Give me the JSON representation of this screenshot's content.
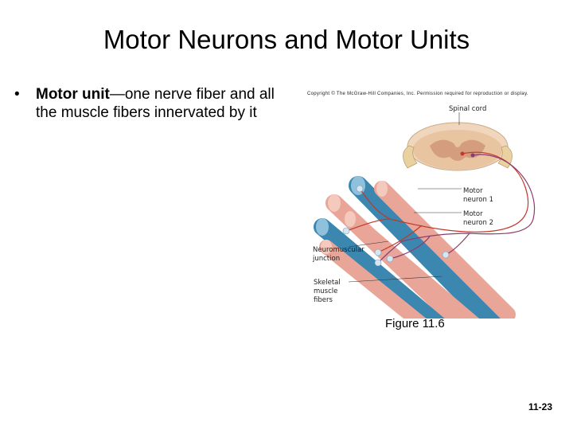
{
  "slide": {
    "title": "Motor Neurons and Motor Units",
    "bullet_marker": "•",
    "bullet_term": "Motor unit",
    "bullet_rest": "—one nerve fiber and all the muscle fibers innervated by it"
  },
  "figure": {
    "copyright": "Copyright © The McGraw-Hill Companies, Inc. Permission required for reproduction or display.",
    "labels": {
      "spinal_cord": "Spinal cord",
      "motor_neuron_1_line1": "Motor",
      "motor_neuron_1_line2": "neuron 1",
      "motor_neuron_2_line1": "Motor",
      "motor_neuron_2_line2": "neuron 2",
      "nmj_line1": "Neuromuscular",
      "nmj_line2": "junction",
      "skeletal_line1": "Skeletal",
      "skeletal_line2": "muscle",
      "skeletal_line3": "fibers"
    },
    "caption": "Figure 11.6"
  },
  "footer": {
    "page_number": "11-23"
  },
  "colors": {
    "neuron_1": "#c0392b",
    "neuron_2": "#8e3a6e",
    "muscle_pink": "#e8a598",
    "muscle_blue": "#3c87b0"
  }
}
